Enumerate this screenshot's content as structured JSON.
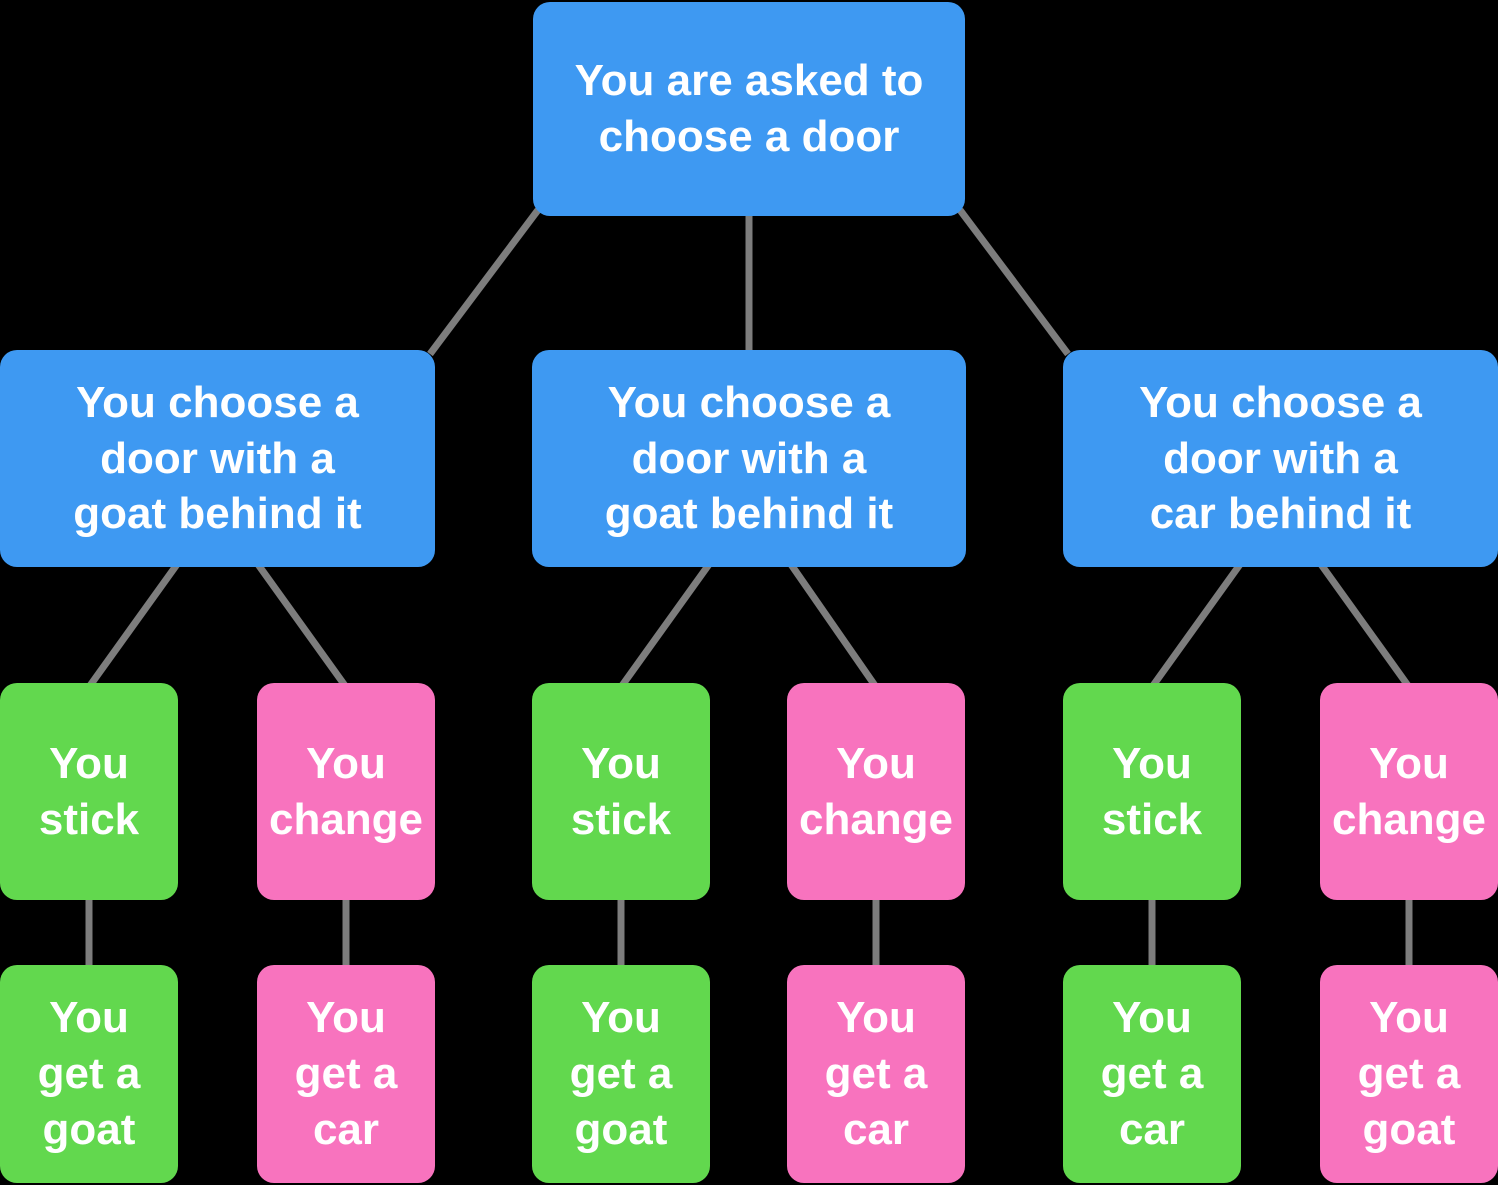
{
  "colors": {
    "choice_blue": "#3e99f2",
    "stick_green": "#62d84e",
    "change_pink": "#f873be",
    "connector_gray": "#7d7d7d",
    "background": "#000000",
    "text": "#ffffff"
  },
  "tree": {
    "root": {
      "label": "You are asked to\nchoose a door"
    },
    "branches": [
      {
        "choice": {
          "label": "You choose a\ndoor with a\ngoat behind it"
        },
        "options": [
          {
            "color": "green",
            "action": {
              "label": "You\nstick"
            },
            "outcome": {
              "label": "You\nget a\ngoat"
            }
          },
          {
            "color": "pink",
            "action": {
              "label": "You\nchange"
            },
            "outcome": {
              "label": "You\nget a\ncar"
            }
          }
        ]
      },
      {
        "choice": {
          "label": "You choose a\ndoor with a\ngoat behind it"
        },
        "options": [
          {
            "color": "green",
            "action": {
              "label": "You\nstick"
            },
            "outcome": {
              "label": "You\nget a\ngoat"
            }
          },
          {
            "color": "pink",
            "action": {
              "label": "You\nchange"
            },
            "outcome": {
              "label": "You\nget a\ncar"
            }
          }
        ]
      },
      {
        "choice": {
          "label": "You choose a\ndoor with a\ncar behind it"
        },
        "options": [
          {
            "color": "green",
            "action": {
              "label": "You\nstick"
            },
            "outcome": {
              "label": "You\nget a\ncar"
            }
          },
          {
            "color": "pink",
            "action": {
              "label": "You\nchange"
            },
            "outcome": {
              "label": "You\nget a\ngoat"
            }
          }
        ]
      }
    ]
  }
}
